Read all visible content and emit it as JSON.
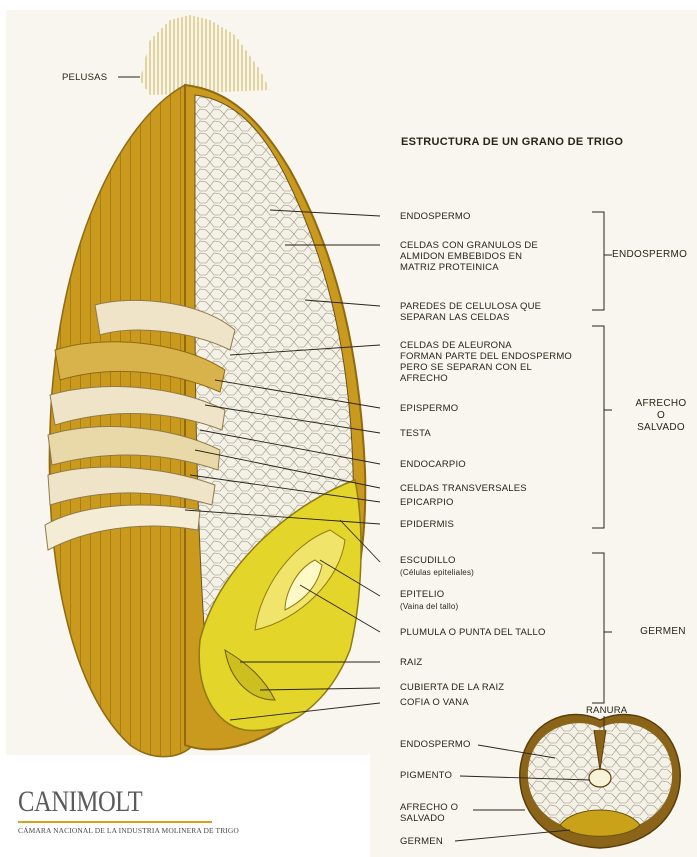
{
  "title": "ESTRUCTURA DE UN GRANO DE TRIGO",
  "labels": {
    "pelusas": "PELUSAS",
    "endospermo": "ENDOSPERMO",
    "celdas_granulos": [
      "CELDAS CON GRANULOS DE",
      "ALMIDON EMBEBIDOS EN",
      "MATRIZ PROTEINICA"
    ],
    "paredes": [
      "PAREDES DE CELULOSA QUE",
      "SEPARAN LAS CELDAS"
    ],
    "aleurona": [
      "CELDAS DE ALEURONA",
      "FORMAN PARTE DEL ENDOSPERMO",
      "PERO SE SEPARAN CON EL",
      "AFRECHO"
    ],
    "epispermo": "EPISPERMO",
    "testa": "TESTA",
    "endocarpio": "ENDOCARPIO",
    "celdas_transversales": "CELDAS TRANSVERSALES",
    "epicarpio": "EPICARPIO",
    "epidermis": "EPIDERMIS",
    "escudillo": "ESCUDILLO",
    "escudillo_sub": "(Células epiteliales)",
    "epitelio": "EPITELIO",
    "epitelio_sub": "(Vaina del tallo)",
    "plumula": "PLUMULA O PUNTA DEL TALLO",
    "raiz": "RAIZ",
    "cubierta_raiz": "CUBIERTA DE LA RAIZ",
    "cofia": "COFIA O VANA"
  },
  "groups": {
    "endospermo": "ENDOSPERMO",
    "afrecho": [
      "AFRECHO",
      "O",
      "SALVADO"
    ],
    "germen": "GERMEN"
  },
  "cross_section": {
    "ranura": "RANURA",
    "endospermo": "ENDOSPERMO",
    "pigmento": "PIGMENTO",
    "afrecho": [
      "AFRECHO O",
      "SALVADO"
    ],
    "germen": "GERMEN"
  },
  "logo": {
    "name": "CANIMOLT",
    "subtitle": "CÁMARA NACIONAL DE LA INDUSTRIA MOLINERA DE TRIGO"
  },
  "colors": {
    "bran": "#c99a1d",
    "bran_dark": "#8f6a12",
    "endosperm": "#f4f1e6",
    "germ": "#e3d52a",
    "layer": "#efe4c8",
    "logo_accent": "#d7a21b"
  }
}
